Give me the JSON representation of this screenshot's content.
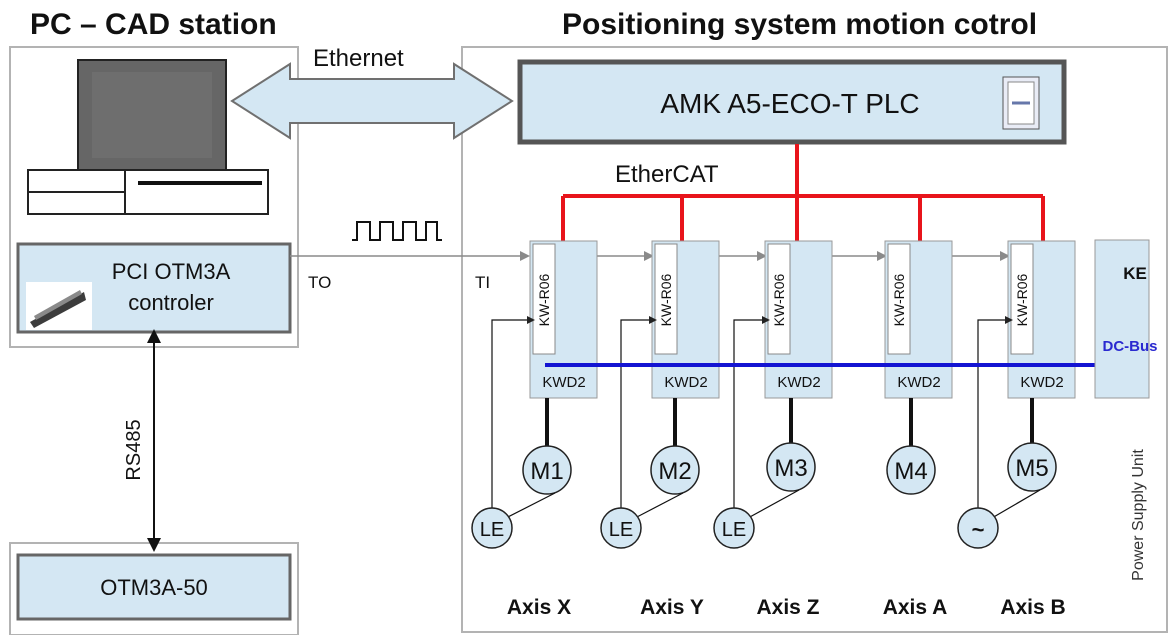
{
  "left_title": "PC – CAD station",
  "right_title": "Positioning system motion cotrol",
  "ethernet_label": "Ethernet",
  "plc_label": "AMK A5-ECO-T PLC",
  "ethercat_label": "EtherCAT",
  "pci_line1": "PCI OTM3A",
  "pci_line2": "controler",
  "to_label": "TO",
  "ti_label": "TI",
  "rs485_label": "RS485",
  "otm_label": "OTM3A-50",
  "ke_label": "KE",
  "dcbus_label": "DC-Bus",
  "psu_label": "Power Supply Unit",
  "drive_module_label": "KW-R06",
  "drive_label": "KWD2",
  "axes": [
    {
      "motor": "M1",
      "encoder": "LE",
      "axis": "Axis X"
    },
    {
      "motor": "M2",
      "encoder": "LE",
      "axis": "Axis Y"
    },
    {
      "motor": "M3",
      "encoder": "LE",
      "axis": "Axis Z"
    },
    {
      "motor": "M4",
      "encoder": "",
      "axis": "Axis A"
    },
    {
      "motor": "M5",
      "encoder": "~",
      "axis": "Axis B"
    }
  ],
  "colors": {
    "box_fill": "#d4e7f3",
    "ethercat": "#e8141b",
    "dc_bus": "#1414d2",
    "dc_bus_text": "#2a2ad0"
  }
}
